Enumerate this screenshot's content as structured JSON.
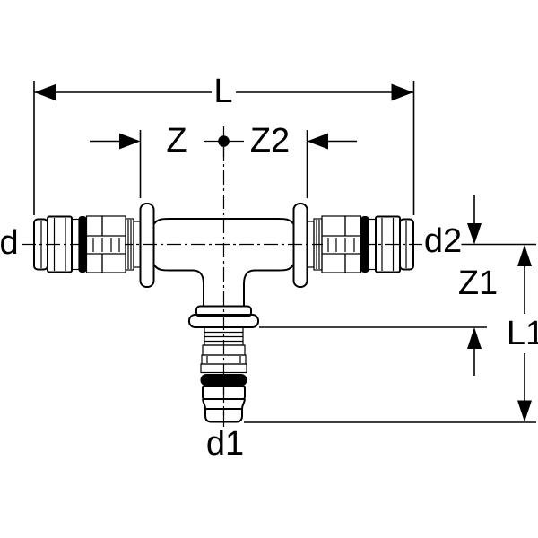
{
  "drawing": {
    "colors": {
      "line": "#000000",
      "background": "#ffffff",
      "seal_fill": "#000000"
    },
    "labels": {
      "L": "L",
      "Z": "Z",
      "Z2": "Z2",
      "d": "d",
      "d2": "d2",
      "Z1": "Z1",
      "L1": "L1",
      "d1": "d1"
    }
  }
}
